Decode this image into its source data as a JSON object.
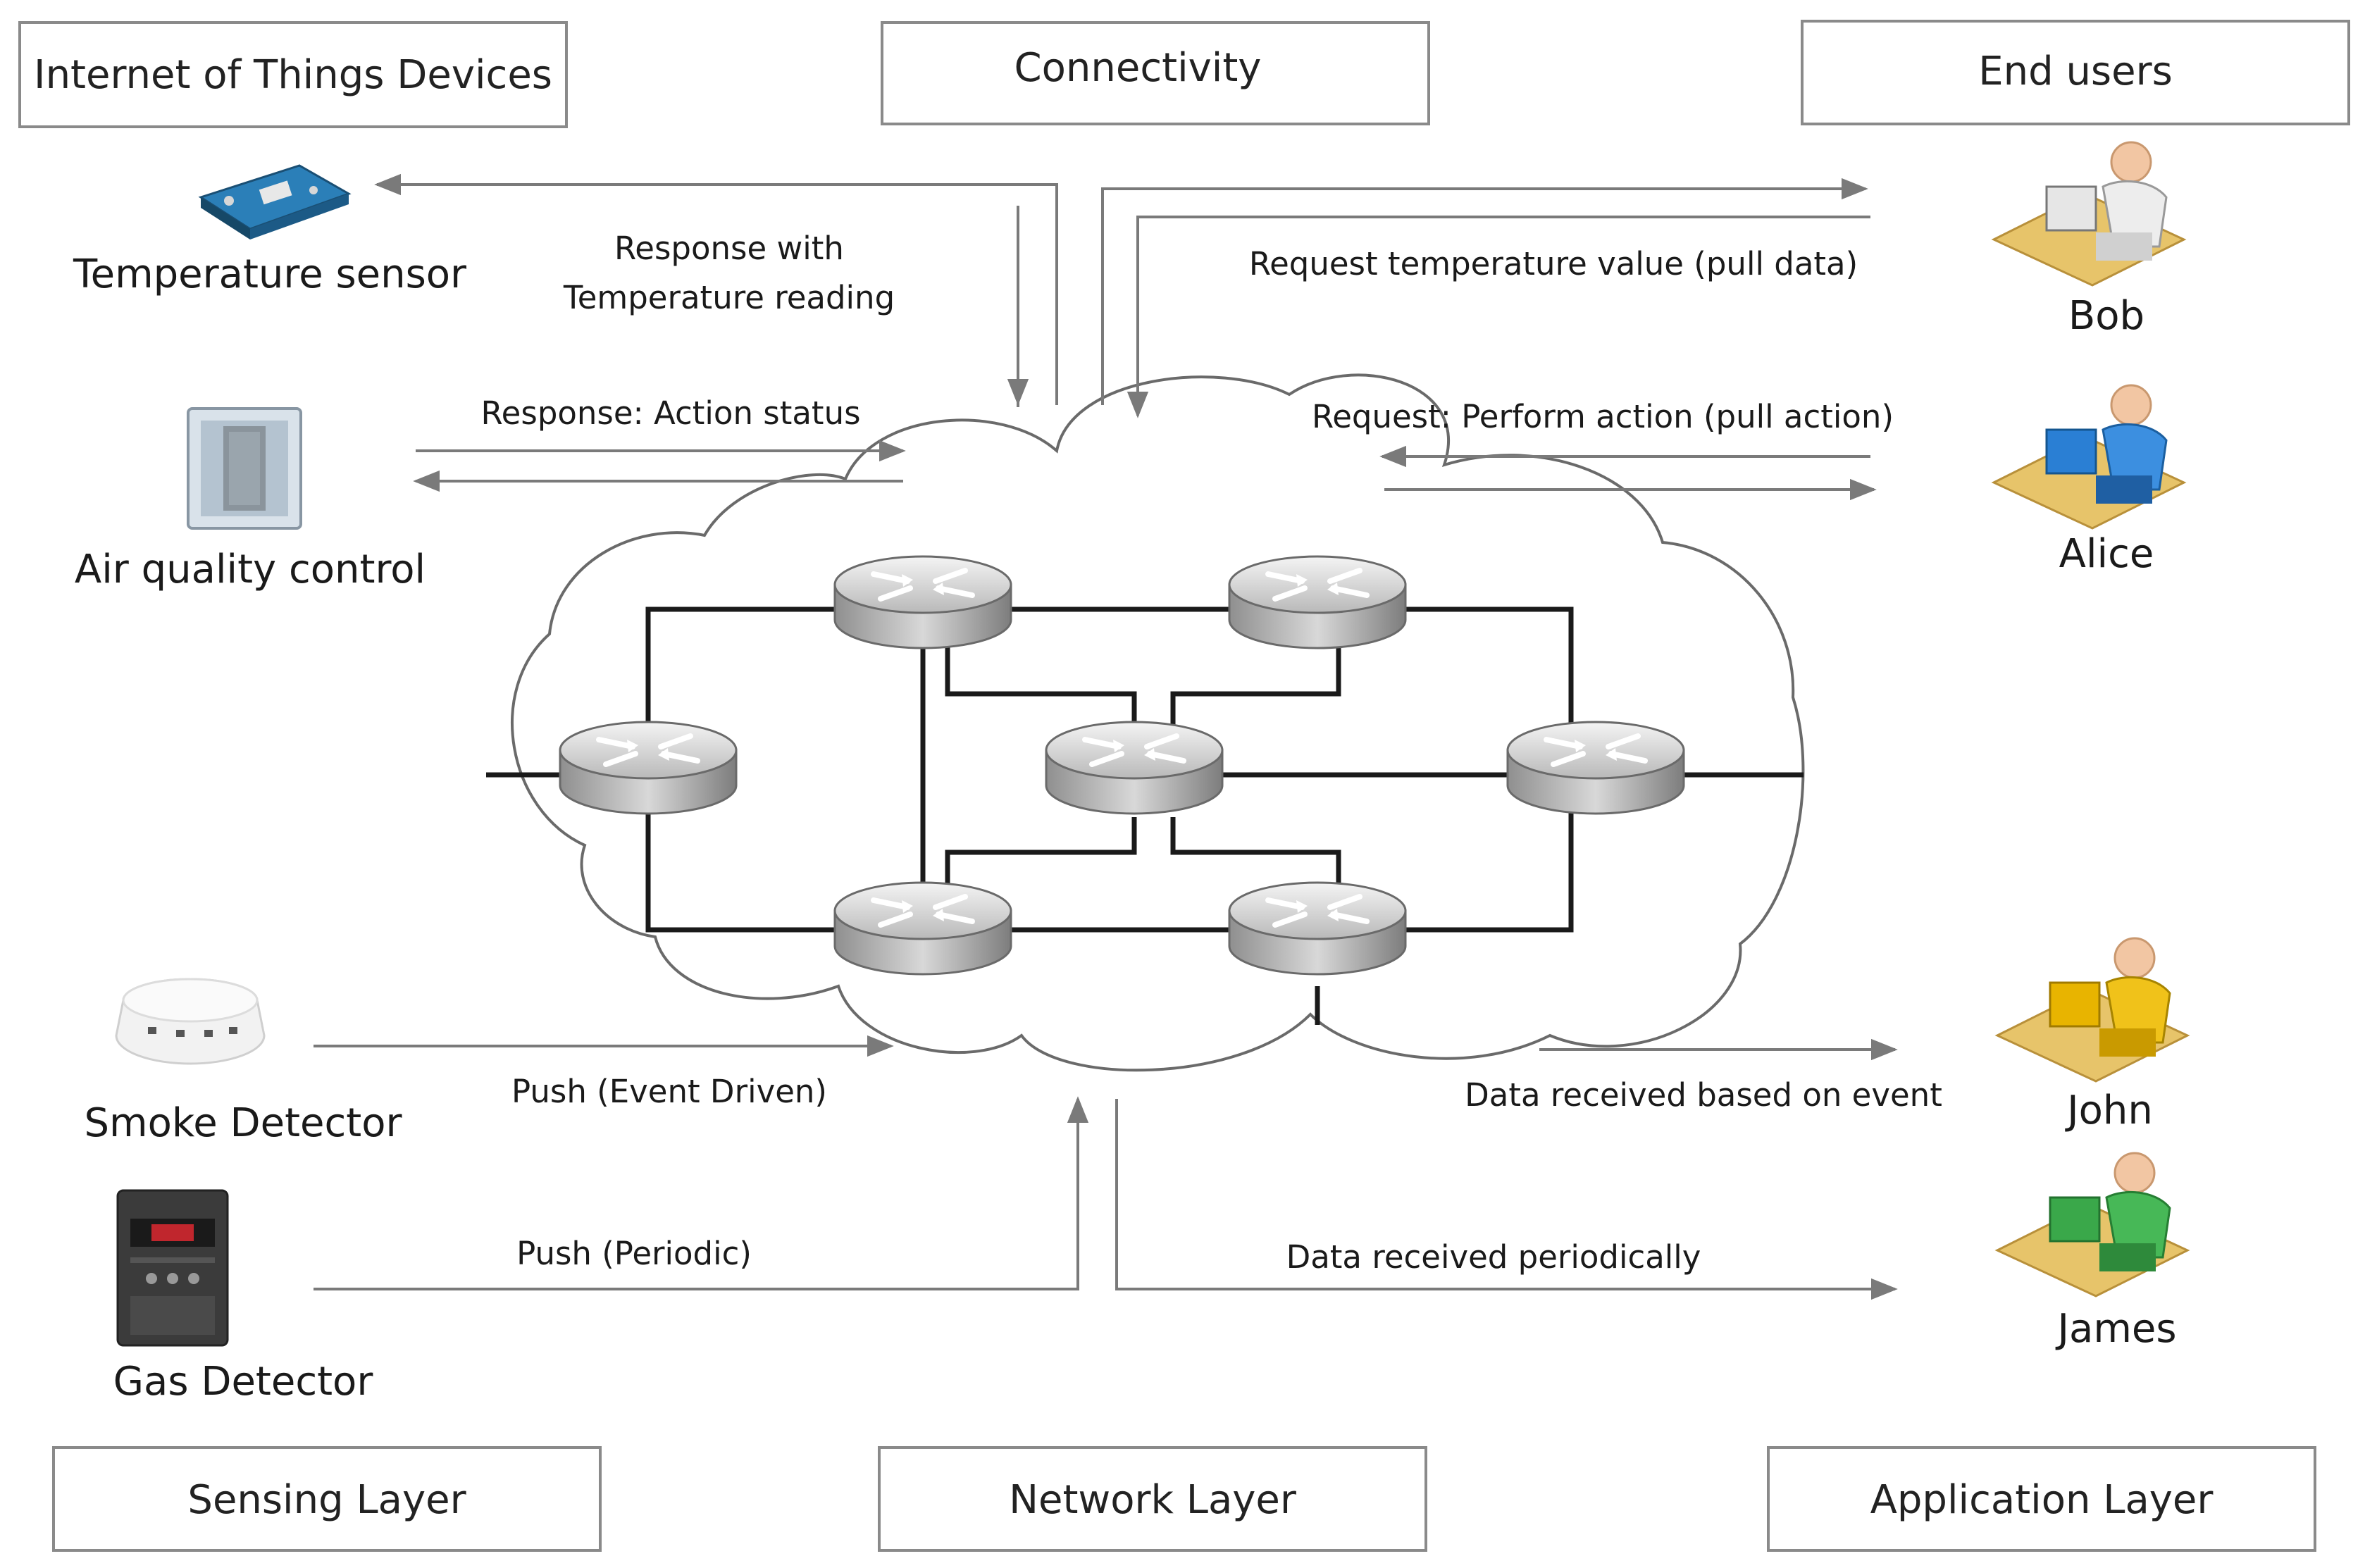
{
  "headers": {
    "iot_devices": "Internet of Things Devices",
    "connectivity": "Connectivity",
    "end_users": "End users",
    "sensing_layer": "Sensing  Layer",
    "network_layer": "Network Layer",
    "application_layer": "Application Layer"
  },
  "devices": {
    "temperature_sensor": "Temperature sensor",
    "air_quality_control": "Air quality control",
    "smoke_detector": "Smoke Detector",
    "gas_detector": "Gas Detector"
  },
  "users": {
    "bob": "Bob",
    "alice": "Alice",
    "john": "John",
    "james": "James"
  },
  "flows": {
    "response_temp_line1": "Response with",
    "response_temp_line2": "Temperature reading",
    "request_temp": "Request temperature value (pull data)",
    "response_action": "Response: Action status",
    "request_action": "Request: Perform action (pull action)",
    "push_event": "Push (Event Driven)",
    "data_event": "Data received based on event",
    "push_periodic": "Push (Periodic)",
    "data_periodic": "Data received periodically"
  },
  "icons": {
    "router": "router-icon",
    "user_colors": {
      "bob": "#e8e8e8",
      "alice": "#2a7fd4",
      "john": "#e8b400",
      "james": "#3aa84a"
    }
  }
}
